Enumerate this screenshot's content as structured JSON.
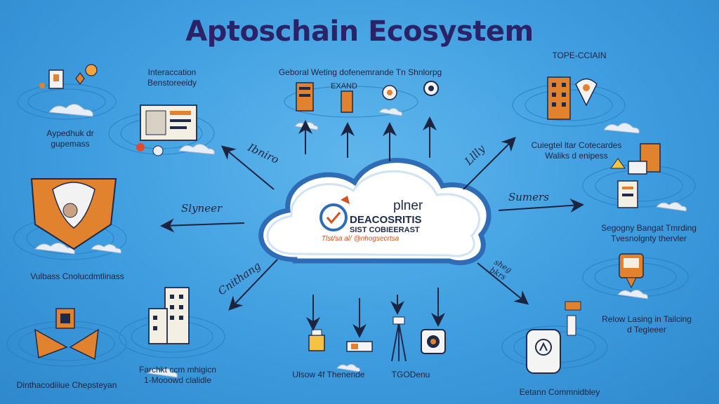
{
  "title": "Aptoschain Ecosystem",
  "center": {
    "line1": "plner",
    "line2": "DEACOSRITIS",
    "line3": "SIST COBIEERAST",
    "line4": "Tlst/sa al/ @nhogsecrtsa"
  },
  "nodes": {
    "top_left": "Aypedhuk dr\ngupemass",
    "top_mid_left": "Interaccation\nBenstoreeidy",
    "top_center": "Geboral Weting dofenemrande Tn Shnlorpg",
    "top_center_sub": "EXAND",
    "top_right": "TOPE-CCIAIN",
    "right_upper": "Cuiegtel ltar Cotecardes\nWaliks d enipess",
    "right_middle": "Segogny Bangat Tmrding\nTvesnolgnty thervler",
    "right_lower": "Relow Lasing in Tailcing\nd Tegleeer",
    "bottom_right": "Eetann Commnidbley",
    "bottom_center_right": "TGODenu",
    "bottom_center_left": "Ulsow 4f Thenende",
    "bottom_left_mid": "Farchkt ccm mhigicn\n1-Mooowd clalidle",
    "bottom_left": "Dinthacodiiiue Chepsteyan",
    "left_middle": "Vulbass Cnolucdmtlinass"
  },
  "arrows": {
    "upper_left": "Ibniro",
    "left": "Slyneer",
    "lower_left": "Cnithang",
    "upper_right": "Lllly",
    "right": "Sumers",
    "lower_right": "sheg\nbkrs"
  },
  "colors": {
    "background": "#3e9ddf",
    "title": "#2b2368",
    "cloud_fill": "#ffffff",
    "cloud_border": "#2e6db5",
    "accent_orange": "#e0822e",
    "dark_navy": "#1f2a4a"
  }
}
